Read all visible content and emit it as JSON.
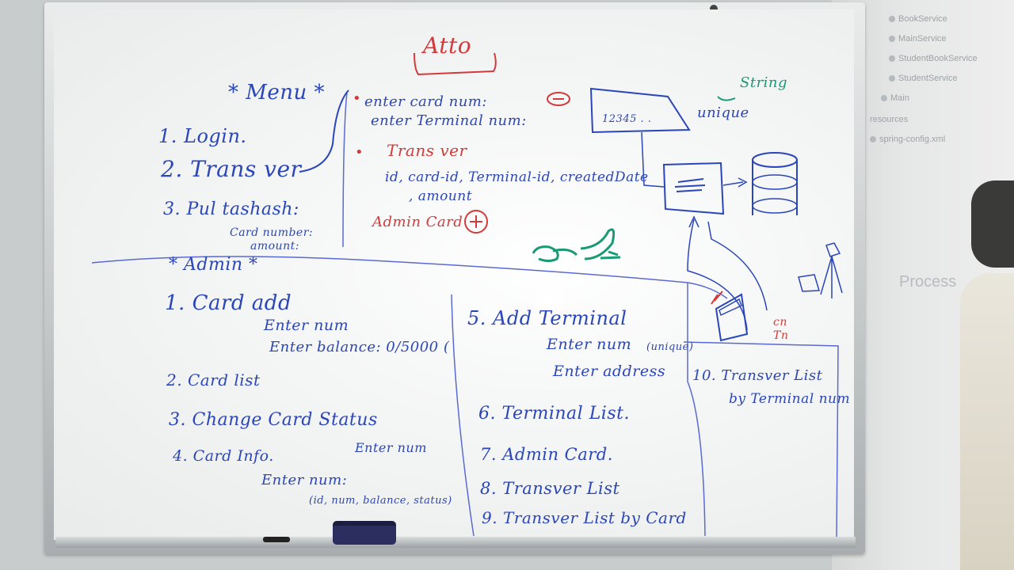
{
  "board": {
    "title": "Atto",
    "menu": {
      "heading": "* Menu *",
      "items": [
        "1.  Login.",
        "2.  Trans ver",
        "3.  Pul tashash:"
      ],
      "sub": [
        "Card number:",
        "amount:"
      ]
    },
    "flow": {
      "line1": "enter card num:",
      "line2": "enter Terminal num:",
      "transfer_title": "Trans ver",
      "transfer_fields": "id, card-id, Terminal-id, createdDate",
      "transfer_amount": ", amount",
      "admin_card": "Admin Card",
      "minus": "−",
      "plus": "+"
    },
    "diagram": {
      "card_number": "12345 . .",
      "unique": "unique",
      "string": "String",
      "cn": "cn",
      "tn": "Tn"
    },
    "admin": {
      "heading": "* Admin *",
      "card_add": "1.   Card add",
      "enter_num": "Enter num",
      "enter_balance": "Enter balance: 0/5000 (",
      "card_list": "2.    Card list",
      "change_status": "3.    Change Card Status",
      "enter_num_2": "Enter num",
      "card_info": "4.    Card Info.",
      "enter_num_3": "Enter num:",
      "info_fields": "(id, num, balance, status)",
      "add_terminal": "5.  Add Terminal",
      "enter_num_unique": "Enter num",
      "unique_tag": "(unique)",
      "enter_address": "Enter address",
      "terminal_list": "6.  Terminal List.",
      "admin_card": "7.  Admin Card.",
      "transver_list": "8.  Transver List",
      "transver_by_card": "9. Transver List by Card",
      "transver_by_terminal": "10.  Transver List",
      "transver_by_terminal_2": "by Terminal num"
    }
  },
  "projection": {
    "items": [
      "BookService",
      "MainService",
      "StudentBookService",
      "StudentService",
      "Main"
    ],
    "sub": [
      "resources",
      "spring-config.xml"
    ],
    "big1": "Process"
  },
  "colors": {
    "blue_ink": "#2b46b8",
    "red_ink": "#d33a3a",
    "green_ink": "#199a72",
    "eraser": "#2d2e60"
  }
}
